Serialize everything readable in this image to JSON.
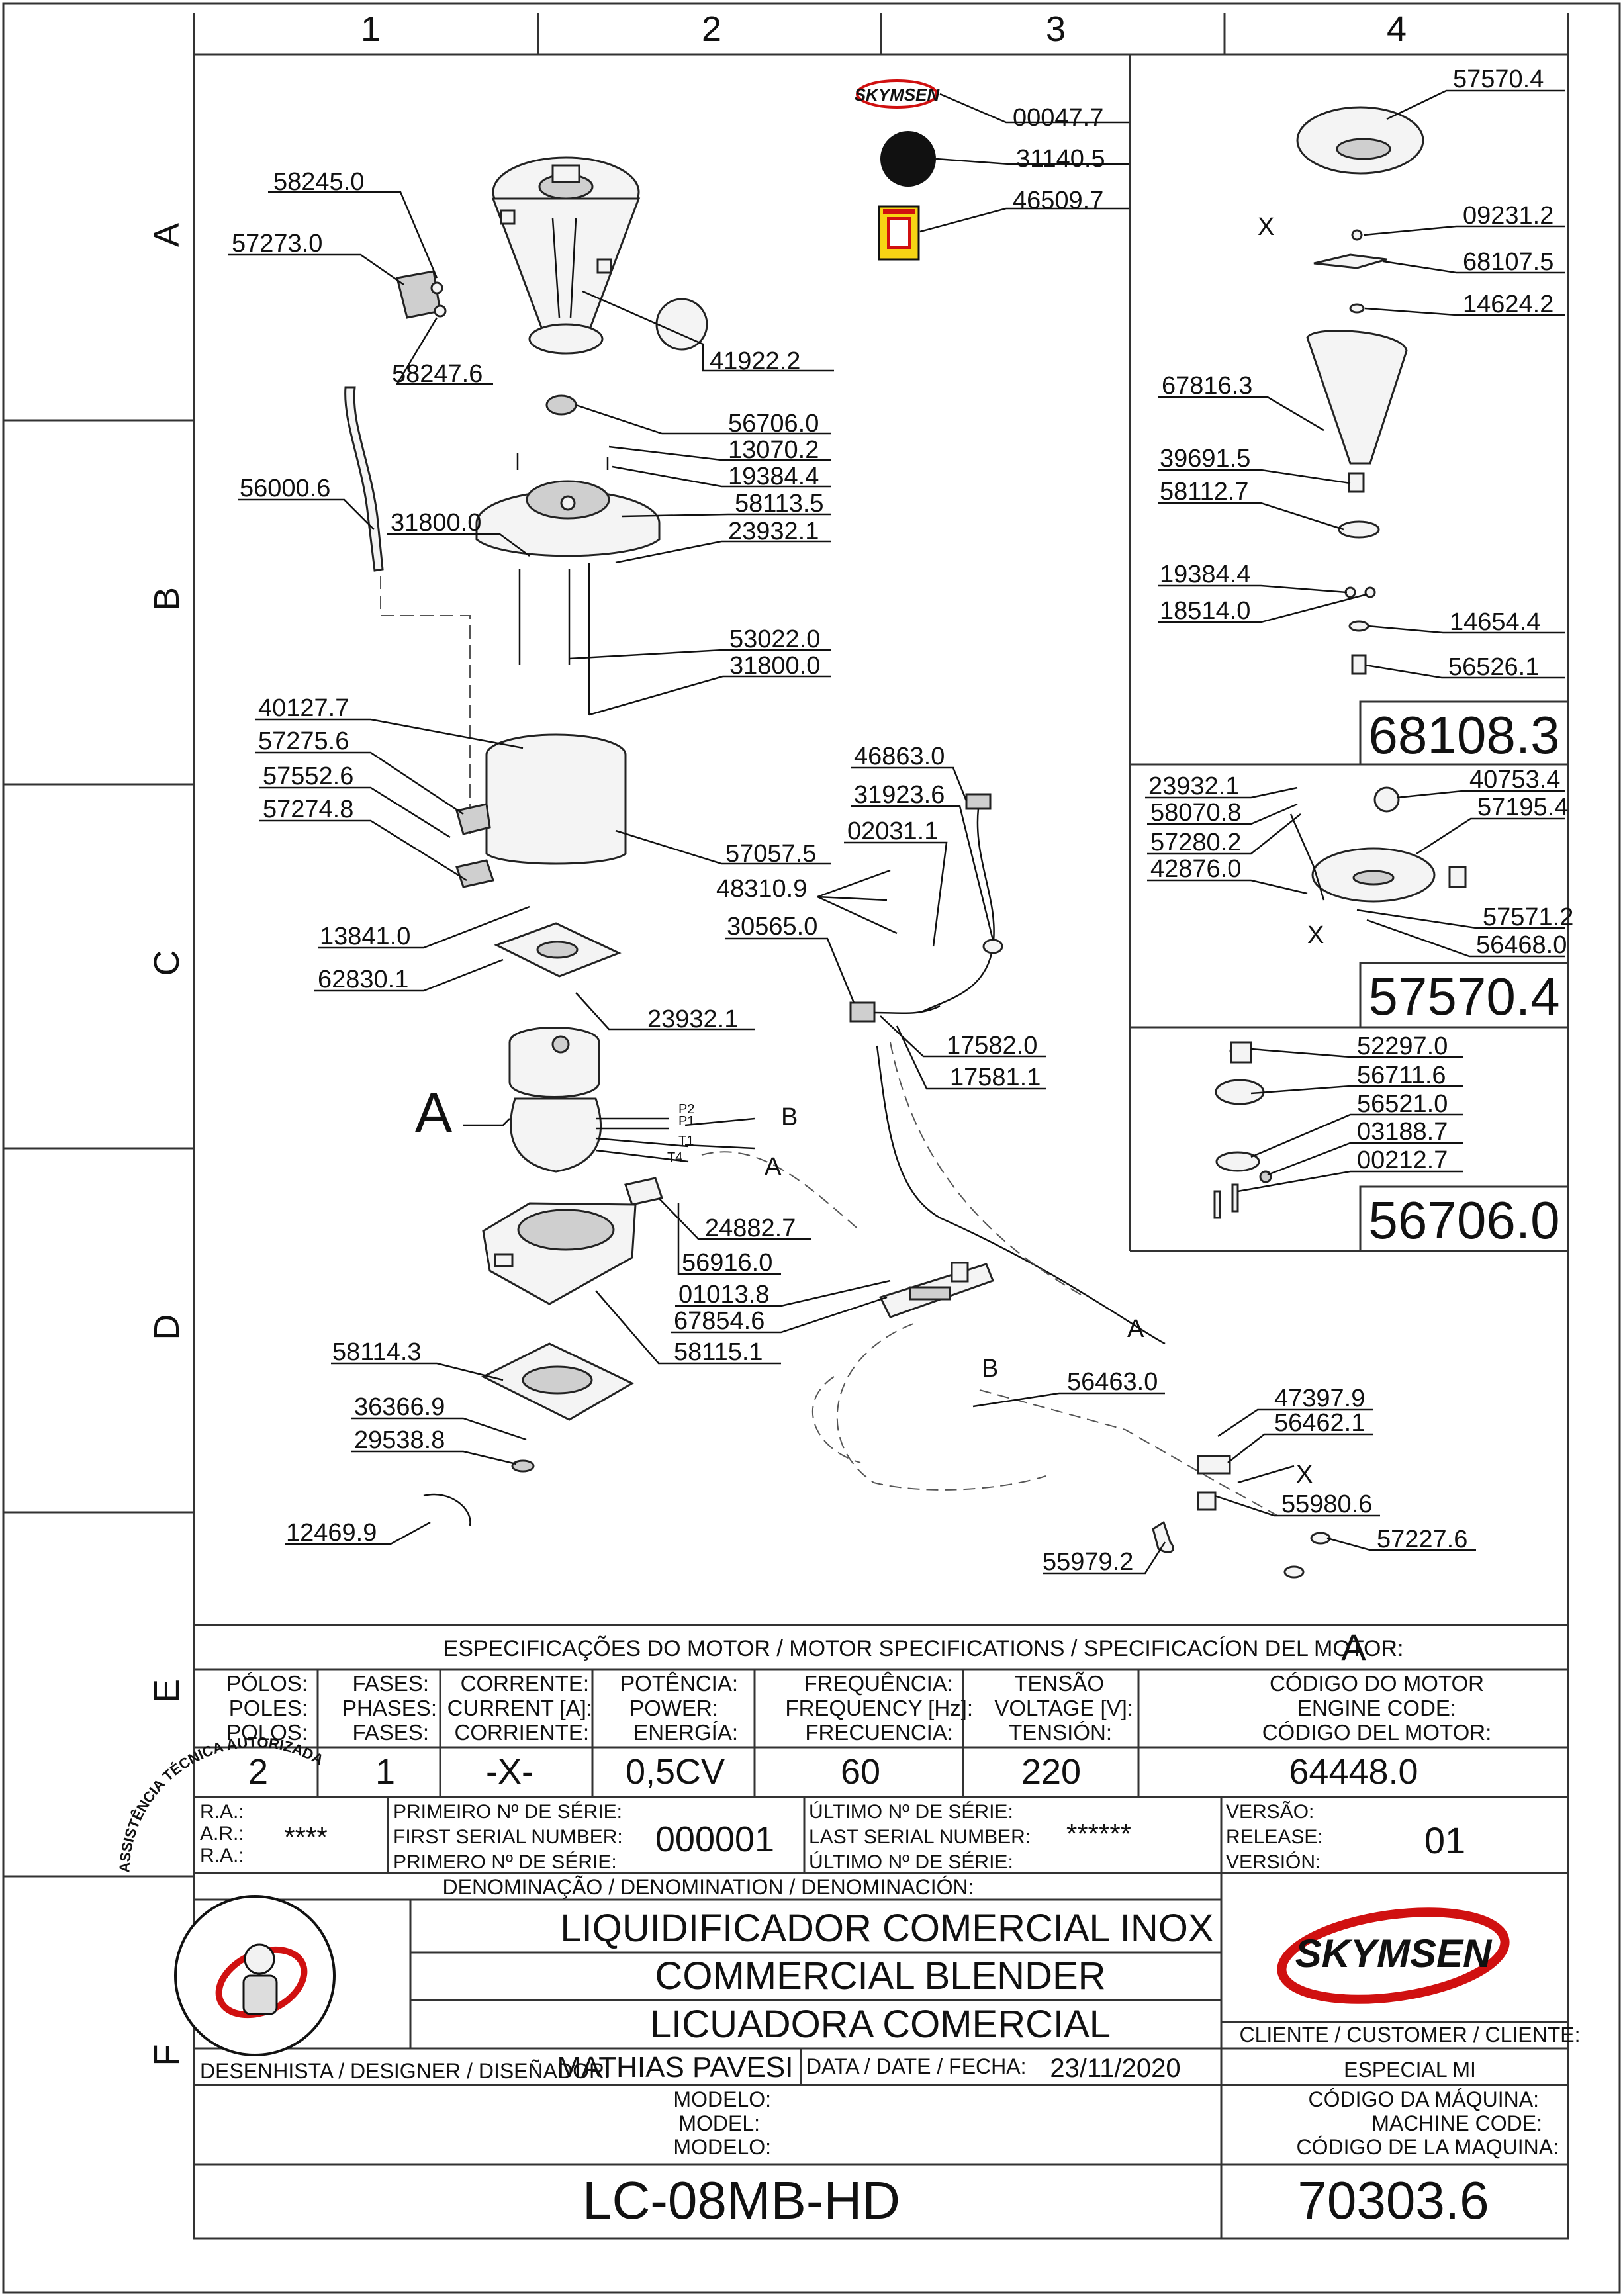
{
  "grid": {
    "columns": [
      "1",
      "2",
      "3",
      "4"
    ],
    "rows": [
      "A",
      "B",
      "C",
      "D",
      "E",
      "F"
    ]
  },
  "parts": [
    {
      "code": "00047.7"
    },
    {
      "code": "31140.5"
    },
    {
      "code": "46509.7"
    },
    {
      "code": "58245.0"
    },
    {
      "code": "57273.0"
    },
    {
      "code": "58247.6"
    },
    {
      "code": "41922.2"
    },
    {
      "code": "56706.0"
    },
    {
      "code": "13070.2"
    },
    {
      "code": "19384.4"
    },
    {
      "code": "58113.5"
    },
    {
      "code": "23932.1"
    },
    {
      "code": "56000.6"
    },
    {
      "code": "31800.0"
    },
    {
      "code": "53022.0"
    },
    {
      "code": "31800.0"
    },
    {
      "code": "40127.7"
    },
    {
      "code": "57275.6"
    },
    {
      "code": "57552.6"
    },
    {
      "code": "57274.8"
    },
    {
      "code": "57057.5"
    },
    {
      "code": "13841.0"
    },
    {
      "code": "62830.1"
    },
    {
      "code": "23932.1"
    },
    {
      "code": "46863.0"
    },
    {
      "code": "31923.6"
    },
    {
      "code": "02031.1"
    },
    {
      "code": "48310.9"
    },
    {
      "code": "30565.0"
    },
    {
      "code": "17582.0"
    },
    {
      "code": "17581.1"
    },
    {
      "code": "24882.7"
    },
    {
      "code": "56916.0"
    },
    {
      "code": "01013.8"
    },
    {
      "code": "67854.6"
    },
    {
      "code": "58115.1"
    },
    {
      "code": "58114.3"
    },
    {
      "code": "36366.9"
    },
    {
      "code": "29538.8"
    },
    {
      "code": "12469.9"
    },
    {
      "code": "56463.0"
    },
    {
      "code": "47397.9"
    },
    {
      "code": "56462.1"
    },
    {
      "code": "55980.6"
    },
    {
      "code": "57227.6"
    },
    {
      "code": "55979.2"
    },
    {
      "code": "57570.4"
    },
    {
      "code": "09231.2"
    },
    {
      "code": "68107.5"
    },
    {
      "code": "14624.2"
    },
    {
      "code": "67816.3"
    },
    {
      "code": "39691.5"
    },
    {
      "code": "58112.7"
    },
    {
      "code": "19384.4"
    },
    {
      "code": "18514.0"
    },
    {
      "code": "14654.4"
    },
    {
      "code": "56526.1"
    },
    {
      "code": "23932.1"
    },
    {
      "code": "58070.8"
    },
    {
      "code": "57280.2"
    },
    {
      "code": "42876.0"
    },
    {
      "code": "40753.4"
    },
    {
      "code": "57195.4"
    },
    {
      "code": "57571.2"
    },
    {
      "code": "56468.0"
    },
    {
      "code": "52297.0"
    },
    {
      "code": "56711.6"
    },
    {
      "code": "56521.0"
    },
    {
      "code": "03188.7"
    },
    {
      "code": "00212.7"
    }
  ],
  "assemblies": [
    "68108.3",
    "57570.4",
    "56706.0"
  ],
  "markers": {
    "motor": "A",
    "wire_b": "B",
    "wire_a": "A",
    "p2": "P2",
    "p1": "P1",
    "t1": "T1",
    "t4": "T4",
    "a_lower": "A",
    "b_lower": "B",
    "x": "X"
  },
  "brand": {
    "logo": "SKYMSEN",
    "color": "#d01010"
  },
  "spec": {
    "title": "ESPECIFICAÇÕES DO MOTOR / MOTOR SPECIFICATIONS / SPECIFICACÍON DEL MOTOR:",
    "motor_ref": "A",
    "headers": [
      [
        "PÓLOS:",
        "POLES:",
        "POLOS:"
      ],
      [
        "FASES:",
        "PHASES:",
        "FASES:"
      ],
      [
        "CORRENTE:",
        "CURRENT [A]:",
        "CORRIENTE:"
      ],
      [
        "POTÊNCIA:",
        "POWER:",
        "ENERGÍA:"
      ],
      [
        "FREQUÊNCIA:",
        "FREQUENCY [Hz]:",
        "FRECUENCIA:"
      ],
      [
        "TENSÃO",
        "VOLTAGE [V]:",
        "TENSIÓN:"
      ],
      [
        "CÓDIGO DO MOTOR",
        "ENGINE CODE:",
        "CÓDIGO DEL MOTOR:"
      ]
    ],
    "values": [
      "2",
      "1",
      "-X-",
      "0,5CV",
      "60",
      "220",
      "64448.0"
    ]
  },
  "title_block": {
    "ra_labels": [
      "R.A.:",
      "A.R.:",
      "R.A.:"
    ],
    "ra_value": "****",
    "first_serial_labels": [
      "PRIMEIRO Nº DE SÉRIE:",
      "FIRST SERIAL NUMBER:",
      "PRIMERO Nº DE SÉRIE:"
    ],
    "first_serial": "000001",
    "last_serial_labels": [
      "ÚLTIMO Nº DE SÉRIE:",
      "LAST SERIAL NUMBER:",
      "ÚLTIMO Nº DE SÉRIE:"
    ],
    "last_serial": "******",
    "version_labels": [
      "VERSÃO:",
      "RELEASE:",
      "VERSIÓN:"
    ],
    "version": "01",
    "denomination_label": "DENOMINAÇÃO / DENOMINATION / DENOMINACIÓN:",
    "names": [
      "LIQUIDIFICADOR COMERCIAL INOX",
      "COMMERCIAL BLENDER",
      "LICUADORA COMERCIAL"
    ],
    "customer_label": "CLIENTE / CUSTOMER / CLIENTE:",
    "customer": "ESPECIAL MI",
    "designer_label": "DESENHISTA / DESIGNER / DISEÑADOR:",
    "designer": "MATHIAS PAVESI",
    "date_label": "DATA / DATE / FECHA:",
    "date": "23/11/2020",
    "model_labels": [
      "MODELO:",
      "MODEL:",
      "MODELO:"
    ],
    "model": "LC-08MB-HD",
    "machine_code_labels": [
      "CÓDIGO DA MÁQUINA:",
      "MACHINE CODE:",
      "CÓDIGO DE LA MAQUINA:"
    ],
    "machine_code": "70303.6",
    "seal_text": "ASSISTÊNCIA TÉCNICA AUTORIZADA"
  }
}
